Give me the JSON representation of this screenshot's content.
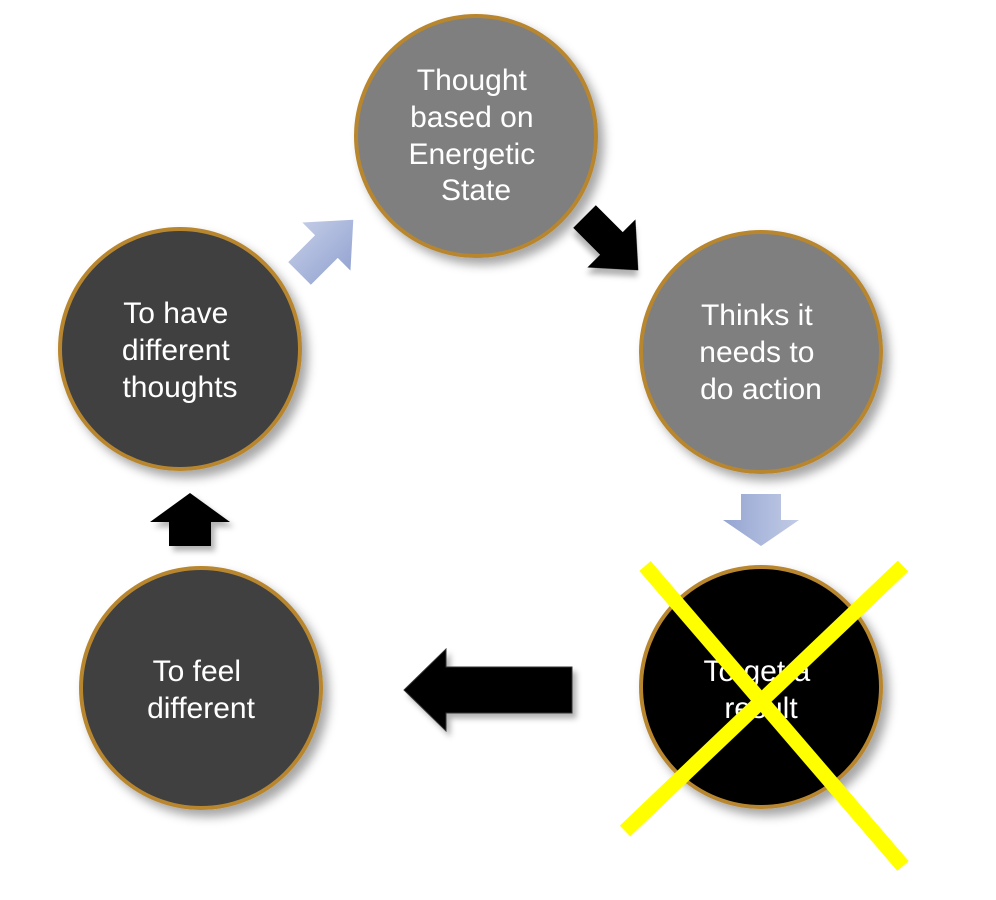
{
  "diagram": {
    "nodes": [
      {
        "id": "thought",
        "lines": [
          "Thought",
          "based on",
          "Energetic",
          "State"
        ],
        "fill": "#7f7f7f"
      },
      {
        "id": "thinks",
        "lines": [
          "Thinks it",
          "needs to",
          "do action"
        ],
        "fill": "#7f7f7f"
      },
      {
        "id": "result",
        "lines": [
          "To get a",
          "result"
        ],
        "fill": "#000000",
        "crossed_out": true
      },
      {
        "id": "feel",
        "lines": [
          "To feel",
          "different"
        ],
        "fill": "#404040"
      },
      {
        "id": "have",
        "lines": [
          "To have",
          "different",
          "thoughts"
        ],
        "fill": "#404040"
      }
    ],
    "colors": {
      "node_border": "#b8862f",
      "arrow_light": "#a7b4d8",
      "arrow_dark": "#000000",
      "cross": "#ffff00"
    }
  }
}
